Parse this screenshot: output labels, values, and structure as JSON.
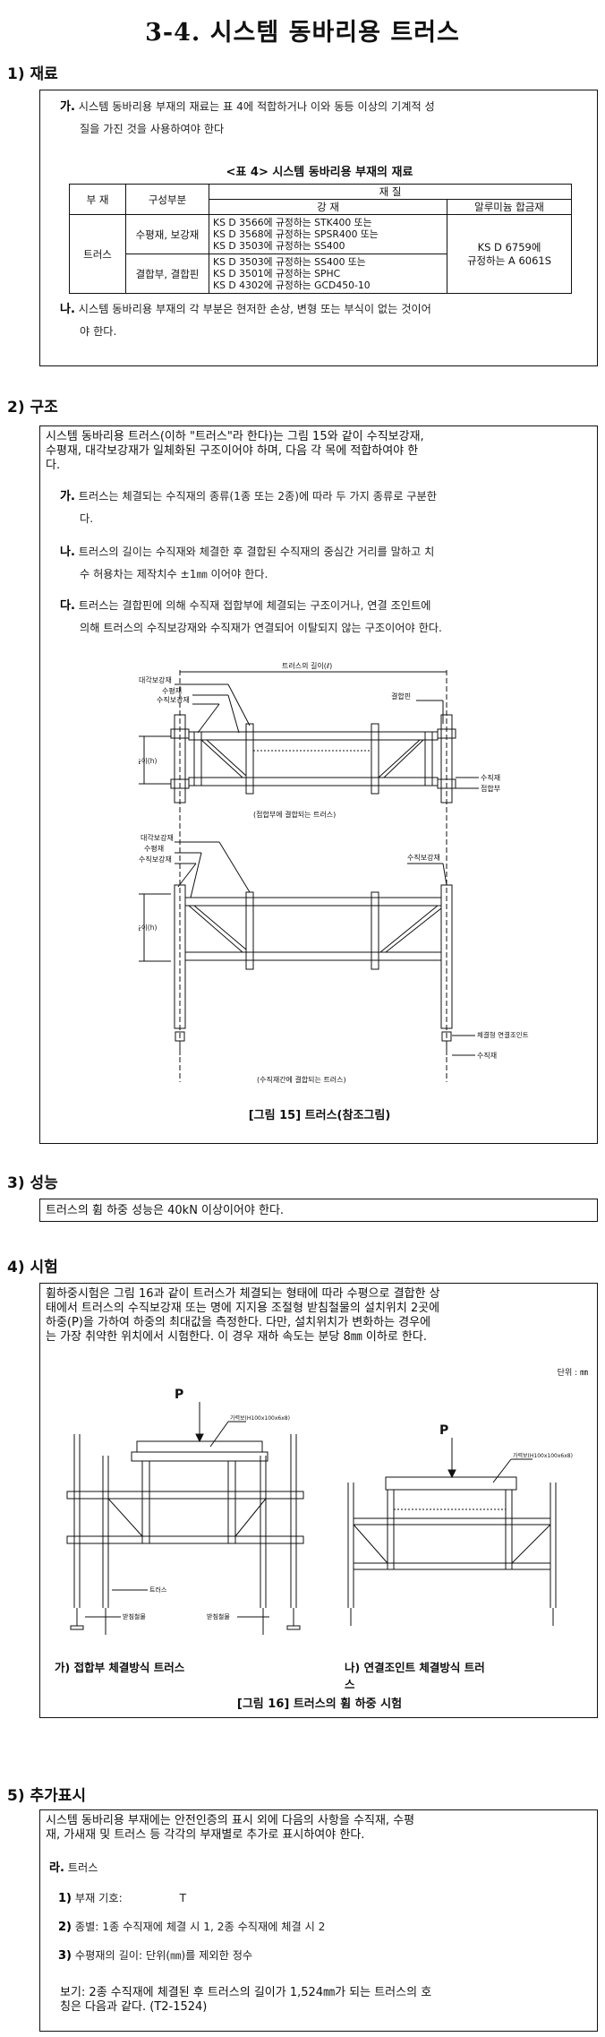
{
  "title": "3-4. 시스템 동바리용 트러스",
  "sections": {
    "s1": "1) 재료",
    "s2": "2) 구조",
    "s3": "3) 성능",
    "s4": "4) 시험",
    "s5": "5) 추가표시"
  },
  "materials": {
    "ga_label": "가.",
    "ga_text_1": "시스템 동바리용 부재의 재료는 표 4에 적합하거나 이와 동등 이상의 기계적 성",
    "ga_text_2": "질을 가진 것을 사용하여야 한다",
    "table_caption": "<표 4> 시스템 동바리용 부재의 재료",
    "table": {
      "h_member": "부 재",
      "h_part": "구성부분",
      "h_quality": "재 질",
      "h_steel": "강 재",
      "h_alu": "알루미늄 합금재",
      "member": "트러스",
      "part1": "수평재, 보강재",
      "part1_lines": [
        "KS D 3566에 규정하는 STK400 또는",
        "KS D 3568에 규정하는 SPSR400 또는",
        "KS D 3503에 규정하는 SS400"
      ],
      "part2": "결합부, 결합핀",
      "part2_lines": [
        "KS D 3503에 규정하는 SS400 또는",
        "KS D 3501에 규정하는 SPHC",
        "KS D 4302에 규정하는 GCD450-10"
      ],
      "alu_1": "KS D 6759에",
      "alu_2": "규정하는 A 6061S"
    },
    "na_label": "나.",
    "na_text_1": "시스템 동바리용 부재의 각 부분은 현저한 손상, 변형 또는 부식이 없는 것이어",
    "na_text_2": "야 한다."
  },
  "structure": {
    "intro_1": "시스템 동바리용 트러스(이하 \"트러스\"라 한다)는 그림 15와 같이 수직보강재,",
    "intro_2": "수평재, 대각보강재가 일체화된 구조이어야 하며, 다음 각 목에 적합하여야 한",
    "intro_3": "다.",
    "ga_label": "가.",
    "ga_text": "트러스는 체결되는 수직재의 종류(1종 또는 2종)에 따라 두 가지 종류로 구분한",
    "ga_text_2": "다.",
    "na_label": "나.",
    "na_text": "트러스의 길이는 수직재와 체결한 후 결합된 수직재의 중심간 거리를 말하고 치",
    "na_text_2": "수 허용차는 제작치수 ±1㎜ 이어야 한다.",
    "da_label": "다.",
    "da_text": "트러스는 결합핀에 의해 수직재 접합부에 체결되는 구조이거나, 연결 조인트에",
    "da_text_2": "의해 트러스의 수직보강재와 수직재가 연결되어 이탈되지 않는 구조이어야 한다.",
    "fig": {
      "length": "트러스의 길이(ℓ)",
      "diag": "대각보강재",
      "horiz": "수평재",
      "vstiff": "수직보강재",
      "pin": "결합핀",
      "height": "높이(h)",
      "vertical": "수직재",
      "joint": "접합부",
      "caption1": "(접합부에 결합되는 트러스)",
      "diag2": "대각보강재",
      "horiz2": "수평재",
      "vstiff2": "수직보강재",
      "vstiff3": "수직보강재",
      "height2": "높이(h)",
      "conn": "체결형 연결조인트",
      "vertical2": "수직재",
      "caption2": "(수직재간에 결합되는 트러스)"
    },
    "caption": "[그림 15] 트러스(참조그림)"
  },
  "performance": {
    "text": "트러스의 휨 하중 성능은 40kN 이상이어야 한다."
  },
  "test": {
    "para_1": "휨하중시험은 그림 16과 같이 트러스가 체결되는 형태에 따라 수평으로 결합한 상",
    "para_2": "태에서 트러스의 수직보강재 또는 명에 지지용 조절형 받침철물의 설치위치 2곳에",
    "para_3": "하중(P)을 가하여 하중의 최대값을 측정한다. 다만, 설치위치가 변화하는 경우에",
    "para_4": "는 가장 취약한 위치에서 시험한다. 이 경우 재하 속도는 분당 8㎜ 이하로 한다.",
    "unit": "단위 : ㎜",
    "p_left": "P",
    "p_right": "P",
    "beam_left": "가력보(H100x100x6x8)",
    "beam_right": "가력보(H100x100x6x8)",
    "truss_left": "트러스",
    "jack_left": "받침철물",
    "base_left": "받침철물",
    "sub_a": "가) 접합부 체결방식 트러스",
    "sub_b_1": "나) 연결조인트 체결방식 트러",
    "sub_b_2": "스",
    "caption": "[그림 16] 트러스의 휨 하중 시험"
  },
  "marking": {
    "intro_1": "시스템 동바리용 부재에는 안전인증의 표시 외에 다음의 사항을 수직재, 수평",
    "intro_2": "재, 가새재 및 트러스 등 각각의 부재별로 추가로 표시하여야 한다.",
    "ra_label": "라.",
    "ra_text": "트러스",
    "i1_label": "1)",
    "i1_text": "부재 기호:",
    "i1_value": "T",
    "i2_label": "2)",
    "i2_text": "종별: 1종 수직재에 체결 시 1, 2종 수직재에 체결 시 2",
    "i3_label": "3)",
    "i3_text": "수평재의 길이: 단위(㎜)를 제외한 정수",
    "example_1": "보기: 2종 수직재에 체결된 후 트러스의 길이가 1,524㎜가 되는 트러스의 호",
    "example_2": "칭은 다음과 같다. (T2-1524)"
  }
}
